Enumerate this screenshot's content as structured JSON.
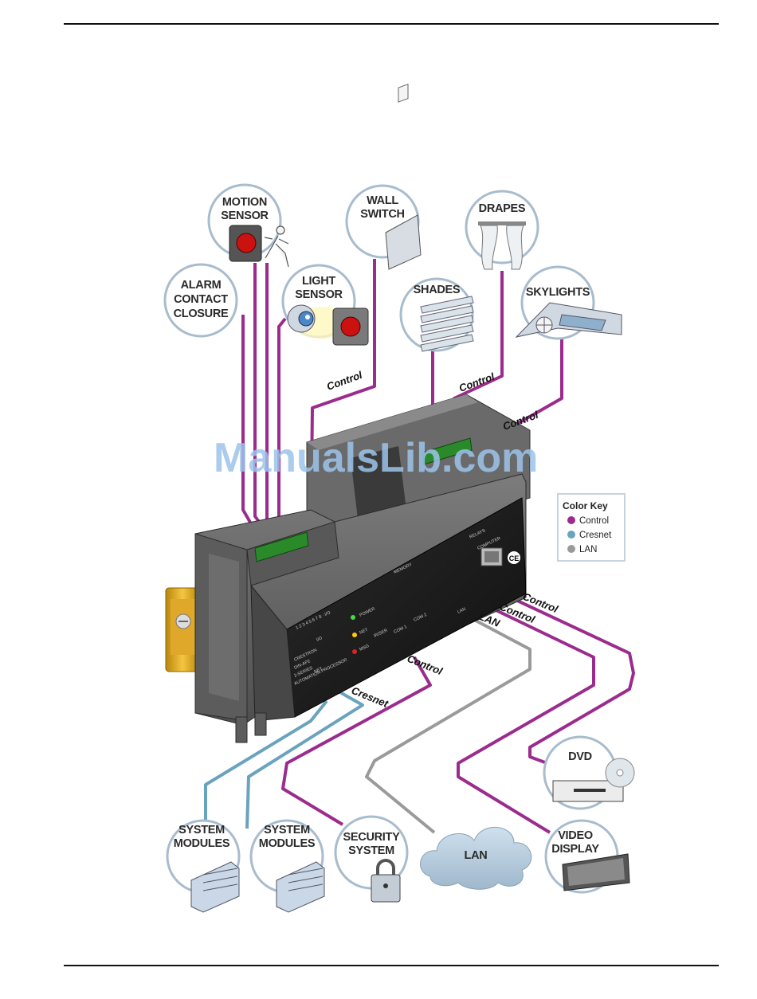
{
  "watermark": "ManualsLib.com",
  "nodes": {
    "motion_sensor": [
      "MOTION",
      "SENSOR"
    ],
    "wall_switch": [
      "WALL",
      "SWITCH"
    ],
    "drapes": [
      "DRAPES"
    ],
    "alarm": [
      "ALARM",
      "CONTACT",
      "CLOSURE"
    ],
    "light_sensor": [
      "LIGHT",
      "SENSOR"
    ],
    "shades": [
      "SHADES"
    ],
    "skylights": [
      "SKYLIGHTS"
    ],
    "dvd": [
      "DVD"
    ],
    "video_display": [
      "VIDEO",
      "DISPLAY"
    ],
    "system_modules_1": [
      "SYSTEM",
      "MODULES"
    ],
    "system_modules_2": [
      "SYSTEM",
      "MODULES"
    ],
    "security_system": [
      "SECURITY",
      "SYSTEM"
    ],
    "lan": [
      "LAN"
    ]
  },
  "wire_labels": {
    "control_top_left": "Control",
    "control_top_mid": "Control",
    "control_top_right": "Control",
    "control_right_1": "Control",
    "control_right_2": "Control",
    "lan": "LAN",
    "control_bottom": "Control",
    "cresnet": "Cresnet"
  },
  "color_key": {
    "title": "Color Key",
    "items": [
      {
        "label": "Control",
        "color": "#9b2c8e"
      },
      {
        "label": "Cresnet",
        "color": "#6aa3bd"
      },
      {
        "label": "LAN",
        "color": "#9a9a9a"
      }
    ]
  },
  "device": {
    "brand": "CRESTRON",
    "model": "DIN-AP2",
    "series": "2-SERIES",
    "subtitle": "AUTOMATION PROCESSOR",
    "leds": [
      "POWER",
      "NET",
      "MSG"
    ],
    "ports": [
      "COM 1",
      "COM 2",
      "IR/SER",
      "RELAYS",
      "MEMORY",
      "COMPUTER",
      "I/O",
      "LAN",
      "NET"
    ]
  },
  "colors": {
    "control": "#9b2c8e",
    "cresnet": "#6aa3bd",
    "lan": "#9a9a9a"
  }
}
